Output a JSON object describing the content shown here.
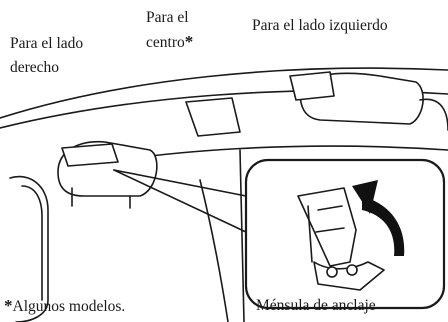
{
  "labels": {
    "right_side_line1": "Para el lado",
    "right_side_line2": "derecho",
    "center_line1": "Para el",
    "center_line2": "centro",
    "center_mark": "*",
    "left_side": "Para el lado izquierdo",
    "footnote_mark": "*",
    "footnote_text": "Algunos modelos.",
    "bracket": "Ménsula de anclaje"
  },
  "colors": {
    "stroke": "#1a1a1a",
    "fill": "#ffffff",
    "arrow": "#111111"
  },
  "icons": {
    "pull_direction": "curved-arrow-icon"
  }
}
